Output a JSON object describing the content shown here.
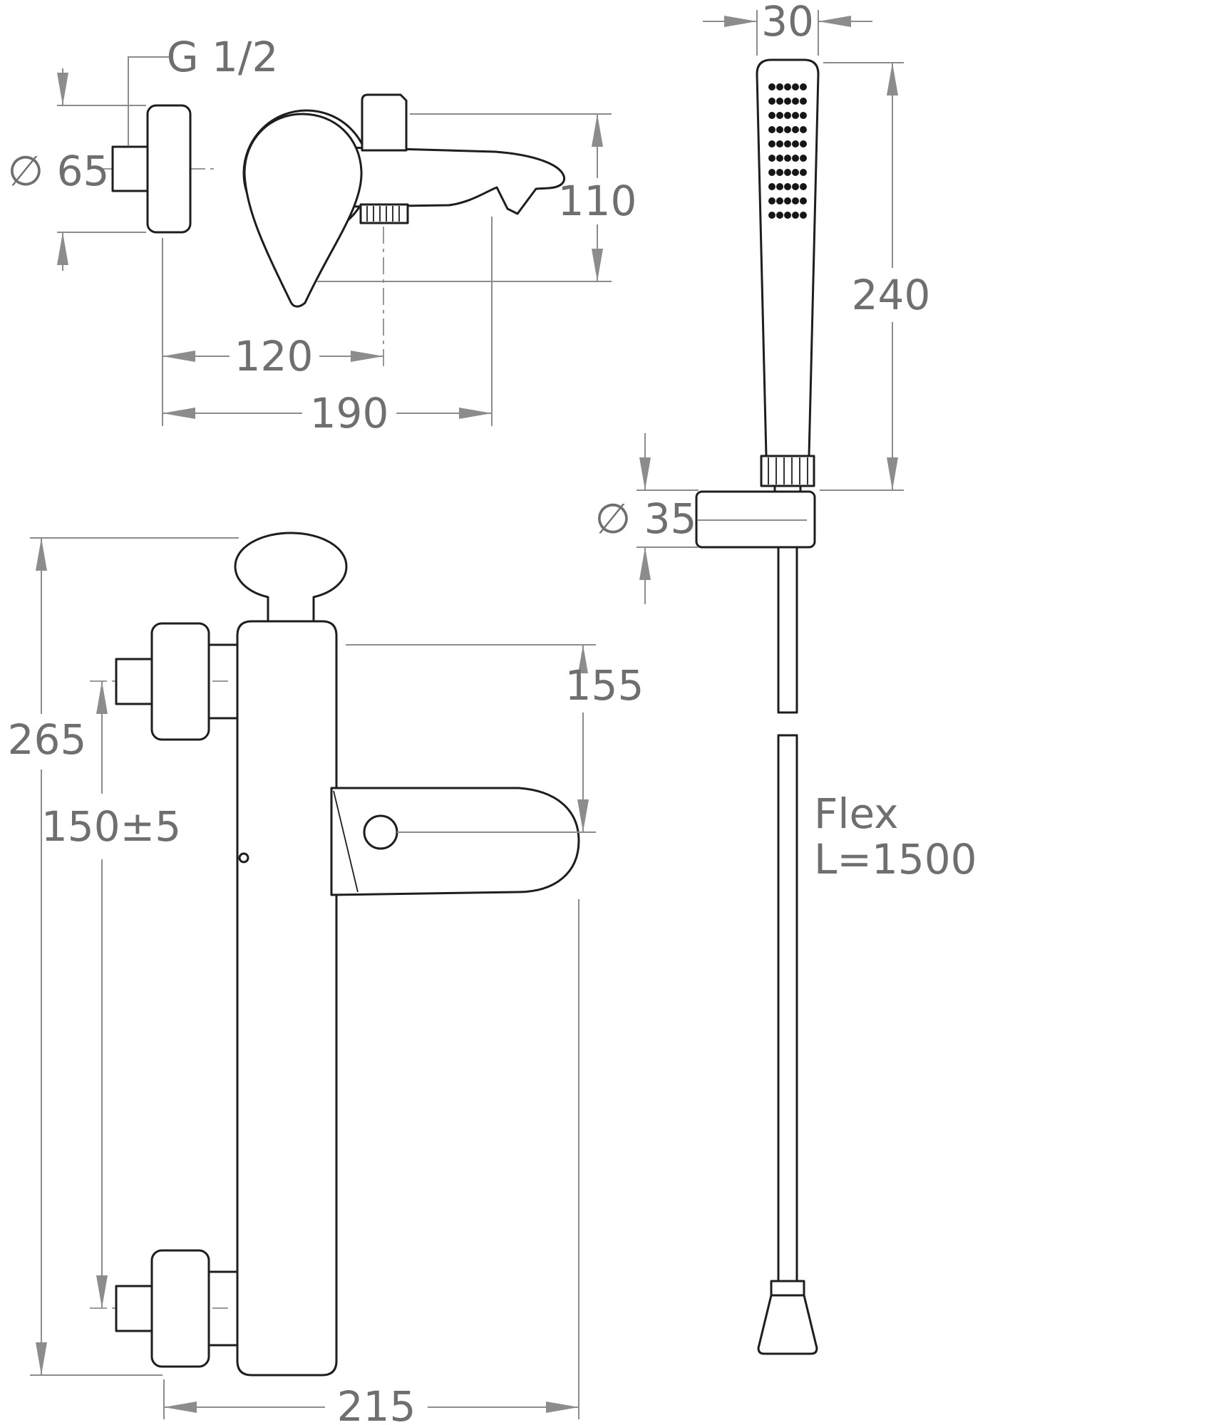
{
  "meta": {
    "title": "Bath-shower mixer with hand shower set — dimensioned technical drawing"
  },
  "colors": {
    "outline": "#1e1e1e",
    "dimension_lines": "#8c8c8c",
    "dimension_text": "#6f6f6f",
    "background": "#ffffff"
  },
  "views": {
    "mixer_side": {
      "thread_label": "G 1/2",
      "flange_diameter": "∅ 65",
      "height": "110",
      "outlet_offset": "120",
      "spout_reach": "190"
    },
    "hand_shower": {
      "head_width": "30",
      "length": "240",
      "holder_diameter": "∅ 35",
      "hose_label_line1": "Flex",
      "hose_label_line2": "L=1500"
    },
    "mixer_front": {
      "overall_height": "265",
      "inlet_spacing": "150±5",
      "spout_drop": "155",
      "overall_depth": "215"
    }
  }
}
